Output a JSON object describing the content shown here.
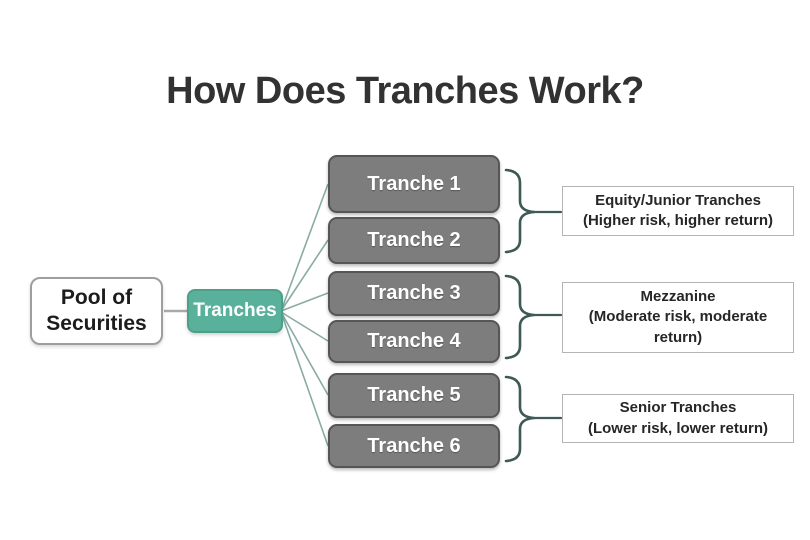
{
  "title": "How Does Tranches Work?",
  "pool": {
    "line1": "Pool of",
    "line2": "Securities"
  },
  "hub": {
    "label": "Tranches"
  },
  "tranches": [
    {
      "label": "Tranche 1"
    },
    {
      "label": "Tranche 2"
    },
    {
      "label": "Tranche 3"
    },
    {
      "label": "Tranche 4"
    },
    {
      "label": "Tranche 5"
    },
    {
      "label": "Tranche 6"
    }
  ],
  "groups": [
    {
      "name": "Equity/Junior Tranches",
      "detail": "(Higher risk, higher return)",
      "tranches": [
        "Tranche 1",
        "Tranche 2"
      ]
    },
    {
      "name": "Mezzanine",
      "detail": "(Moderate risk, moderate return)",
      "tranches": [
        "Tranche 3",
        "Tranche 4"
      ]
    },
    {
      "name": "Senior Tranches",
      "detail": "(Lower risk, lower return)",
      "tranches": [
        "Tranche 5",
        "Tranche 6"
      ]
    }
  ],
  "colors": {
    "hub_fill": "#59b19b",
    "hub_border": "#4c9f89",
    "tranche_fill": "#7d7d7d",
    "tranche_border": "#565656",
    "bracket": "#3e5a55",
    "fan_line": "#8aaba4",
    "pool_hub_connector": "#a9a9a9",
    "pool_border": "#9e9e9e",
    "label_border": "#b5b5b5",
    "title_text": "#323232",
    "box_text_light": "#ffffff",
    "box_text_dark": "#1c1c1c"
  }
}
